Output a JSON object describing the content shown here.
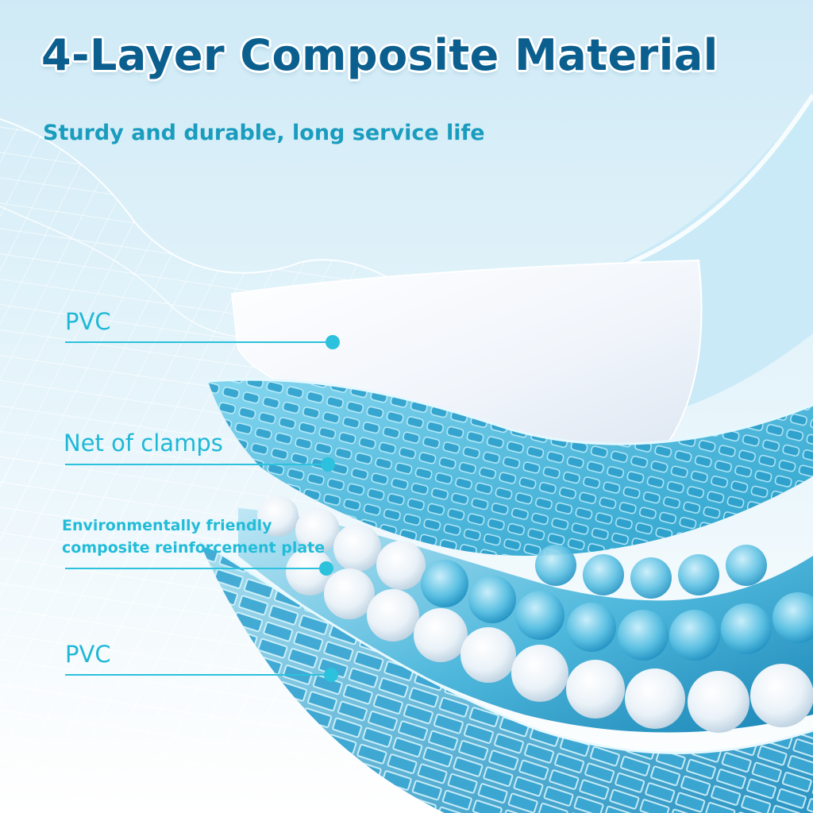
{
  "headline": "4-Layer Composite Material",
  "subheadline": "Sturdy and durable, long service life",
  "layers": [
    {
      "label": "PVC"
    },
    {
      "label": "Net of clamps"
    },
    {
      "label_lines": [
        "Environmentally friendly",
        "composite reinforcement plate"
      ]
    },
    {
      "label": "PVC"
    }
  ],
  "colors": {
    "headline": "#0b5f8f",
    "subheadline": "#1a9cbf",
    "callout": "#1fb8d6",
    "accent_blue": "#38b3d8"
  },
  "icons": [
    "callout-dot"
  ]
}
